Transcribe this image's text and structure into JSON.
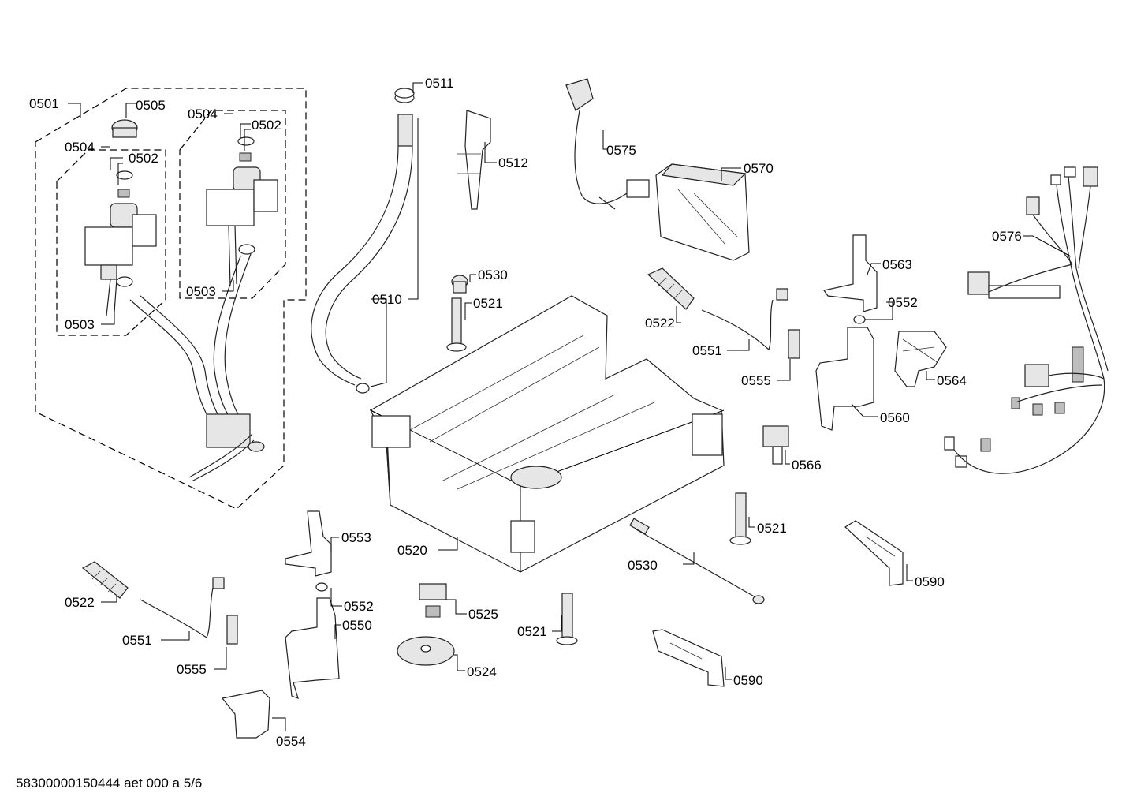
{
  "labels": {
    "l0501": "0501",
    "l0505": "0505",
    "l0504a": "0504",
    "l0504b": "0504",
    "l0502a": "0502",
    "l0502b": "0502",
    "l0503a": "0503",
    "l0503b": "0503",
    "l0511": "0511",
    "l0512": "0512",
    "l0510": "0510",
    "l0575": "0575",
    "l0570": "0570",
    "l0576": "0576",
    "l0530a": "0530",
    "l0521a": "0521",
    "l0522a": "0522",
    "l0551a": "0551",
    "l0555a": "0555",
    "l0563": "0563",
    "l0552a": "0552",
    "l0564": "0564",
    "l0560": "0560",
    "l0566": "0566",
    "l0520": "0520",
    "l0553": "0553",
    "l0552b": "0552",
    "l0550": "0550",
    "l0522b": "0522",
    "l0551b": "0551",
    "l0555b": "0555",
    "l0554": "0554",
    "l0525": "0525",
    "l0524": "0524",
    "l0521b": "0521",
    "l0530b": "0530",
    "l0521c": "0521",
    "l0590a": "0590",
    "l0590b": "0590"
  },
  "footer": "58300000150444 aet 000 a 5/6"
}
